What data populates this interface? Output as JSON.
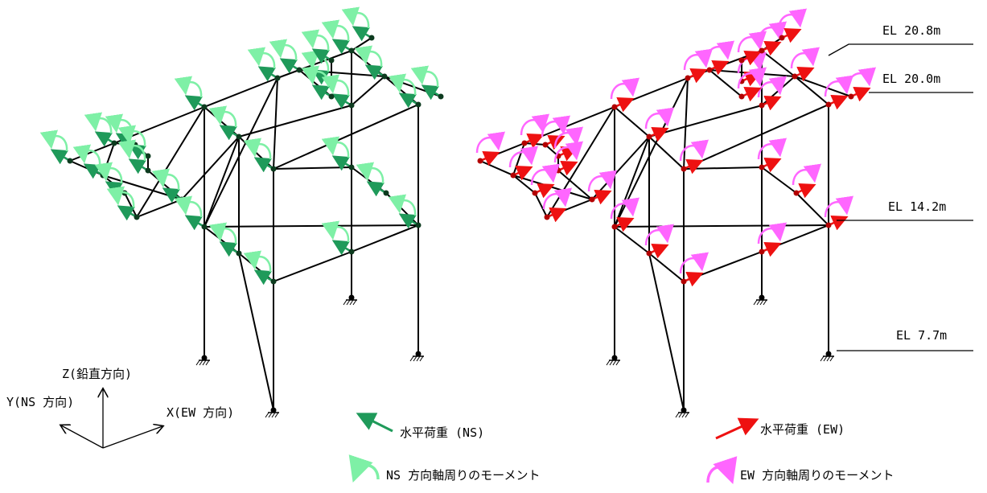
{
  "elevations": [
    {
      "label": "EL 20.8m"
    },
    {
      "label": "EL 20.0m"
    },
    {
      "label": "EL 14.2m"
    },
    {
      "label": "EL 7.7m"
    }
  ],
  "axes": {
    "z_label": "Z(鉛直方向)",
    "y_label": "Y(NS 方向)",
    "x_label": "X(EW 方向)"
  },
  "legend": {
    "ns_force": "水平荷重 (NS)",
    "ew_force": "水平荷重 (EW)",
    "ns_moment": "NS 方向軸周りのモーメント",
    "ew_moment": "EW 方向軸周りのモーメント"
  },
  "colors": {
    "ns_arrow": "#1f9a5a",
    "ns_moment": "#7ef0a6",
    "ew_arrow": "#ee1111",
    "ew_moment": "#ff66ff",
    "frame": "#000000",
    "node_ns": "#0d3b1f",
    "node_ew": "#b30000"
  },
  "icons": {
    "support": "fixed-support-icon",
    "force": "arrow-icon",
    "moment": "curved-moment-arrow-icon"
  }
}
